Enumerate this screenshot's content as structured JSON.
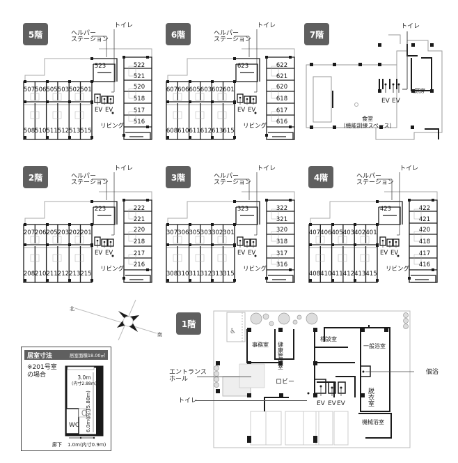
{
  "floors": [
    {
      "id": "5",
      "badge": "5階",
      "helper_label": "ヘルパー\nステーション",
      "toilet_label": "トイレ",
      "ev_label": "EV",
      "living_label": "リビング",
      "top_rooms": [
        "507",
        "506",
        "505",
        "503",
        "502",
        "501"
      ],
      "bottom_rooms": [
        "508",
        "510",
        "511",
        "512",
        "513",
        "515"
      ],
      "right_rooms": [
        "522",
        "521",
        "520",
        "518",
        "517",
        "516"
      ],
      "top_center_room": "523"
    },
    {
      "id": "6",
      "badge": "6階",
      "helper_label": "ヘルパー\nステーション",
      "toilet_label": "トイレ",
      "ev_label": "EV",
      "living_label": "リビング",
      "top_rooms": [
        "607",
        "606",
        "605",
        "603",
        "602",
        "601"
      ],
      "bottom_rooms": [
        "608",
        "610",
        "611",
        "612",
        "613",
        "615"
      ],
      "right_rooms": [
        "622",
        "621",
        "620",
        "618",
        "617",
        "616"
      ],
      "top_center_room": "623"
    },
    {
      "id": "2",
      "badge": "2階",
      "helper_label": "ヘルパー\nステーション",
      "toilet_label": "トイレ",
      "ev_label": "EV",
      "living_label": "リビング",
      "top_rooms": [
        "207",
        "206",
        "205",
        "203",
        "202",
        "201"
      ],
      "bottom_rooms": [
        "208",
        "210",
        "211",
        "212",
        "213",
        "215"
      ],
      "right_rooms": [
        "222",
        "221",
        "220",
        "218",
        "217",
        "216"
      ],
      "top_center_room": "223"
    },
    {
      "id": "3",
      "badge": "3階",
      "helper_label": "ヘルパー\nステーション",
      "toilet_label": "トイレ",
      "ev_label": "EV",
      "living_label": "リビング",
      "top_rooms": [
        "307",
        "306",
        "305",
        "303",
        "302",
        "301"
      ],
      "bottom_rooms": [
        "308",
        "310",
        "311",
        "312",
        "313",
        "315"
      ],
      "right_rooms": [
        "322",
        "321",
        "320",
        "318",
        "317",
        "316"
      ],
      "top_center_room": "323"
    },
    {
      "id": "4",
      "badge": "4階",
      "helper_label": "ヘルパー\nステーション",
      "toilet_label": "トイレ",
      "ev_label": "EV",
      "living_label": "リビング",
      "top_rooms": [
        "407",
        "406",
        "405",
        "403",
        "402",
        "401"
      ],
      "bottom_rooms": [
        "408",
        "410",
        "411",
        "412",
        "413",
        "415"
      ],
      "right_rooms": [
        "422",
        "421",
        "420",
        "418",
        "417",
        "416"
      ],
      "top_center_room": "423"
    }
  ],
  "floor7": {
    "badge": "7階",
    "toilet_label": "トイレ",
    "kitchen_label": "厨房",
    "ev_label": "EV",
    "dining_label": "食堂",
    "dining_sub": "（機能訓練スペース）"
  },
  "floor1": {
    "badge": "1階",
    "office": "事務室",
    "health_room": "健康管理室",
    "consult": "相談室",
    "bath_general": "一般浴室",
    "lobby": "ロビー",
    "entrance_hall": "エントランス\nホール",
    "toilet": "トイレ",
    "ev_label": "EV",
    "dressing": "脱衣室",
    "bath_machine": "機械浴室",
    "private_bath": "個浴"
  },
  "compass": {
    "north": "北",
    "south": "南"
  },
  "room_dimensions": {
    "title": "居室寸法",
    "area": "居室面積18.00㎡",
    "note": "※201号室\nの場合",
    "width": "3.0m",
    "width_inner": "(内寸2.88m)",
    "depth": "6.0m(内寸5.88m)",
    "wc": "WC",
    "corridor": "廊下",
    "corridor_width": "1.0m(内寸0.9m)"
  },
  "colors": {
    "badge_bg": "#5f5f5f",
    "wall": "#1a1a1a",
    "thin": "#9a9a9a"
  }
}
